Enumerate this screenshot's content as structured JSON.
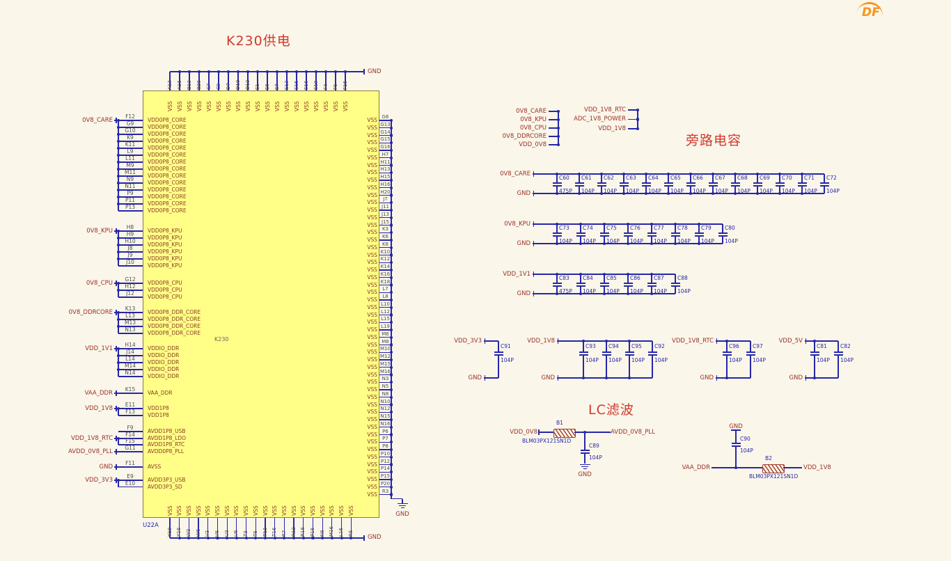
{
  "logo": {
    "text": "DF"
  },
  "titles": {
    "main": "K230供电",
    "bypass": "旁路电容",
    "lc": "LC滤波"
  },
  "colors": {
    "wire": "#2626a8",
    "net_label": "#9b2f26",
    "pin_name": "#8a3b22",
    "pin_number": "#4d4d4d",
    "designator": "#2626a8",
    "title": "#d2382c",
    "chip_fill": "#ffff87",
    "chip_border": "#8c7c26",
    "background": "#faf6ea",
    "logo": "#f7941d",
    "bead_body": "#a43a28"
  },
  "chip": {
    "designator": "U22A",
    "comment": "K230",
    "left_groups": [
      {
        "net": "0V8_CARE",
        "pins": [
          {
            "num": "F12",
            "name": "VDD0P8_CORE"
          },
          {
            "num": "G9",
            "name": "VDD0P8_CORE"
          },
          {
            "num": "G10",
            "name": "VDD0P8_CORE"
          },
          {
            "num": "K9",
            "name": "VDD0P8_CORE"
          },
          {
            "num": "K11",
            "name": "VDD0P8_CORE"
          },
          {
            "num": "L9",
            "name": "VDD0P8_CORE"
          },
          {
            "num": "L11",
            "name": "VDD0P8_CORE"
          },
          {
            "num": "M9",
            "name": "VDD0P8_CORE"
          },
          {
            "num": "M11",
            "name": "VDD0P8_CORE"
          },
          {
            "num": "N9",
            "name": "VDD0P8_CORE"
          },
          {
            "num": "N11",
            "name": "VDD0P8_CORE"
          },
          {
            "num": "P9",
            "name": "VDD0P8_CORE"
          },
          {
            "num": "P11",
            "name": "VDD0P8_CORE"
          },
          {
            "num": "P13",
            "name": "VDD0P8_CORE"
          }
        ]
      },
      {
        "net": "0V8_KPU",
        "pins": [
          {
            "num": "H8",
            "name": "VDD0P8_KPU"
          },
          {
            "num": "H9",
            "name": "VDD0P8_KPU"
          },
          {
            "num": "H10",
            "name": "VDD0P8_KPU"
          },
          {
            "num": "J8",
            "name": "VDD0P8_KPU"
          },
          {
            "num": "J9",
            "name": "VDD0P8_KPU"
          },
          {
            "num": "J10",
            "name": "VDD0P8_KPU"
          }
        ]
      },
      {
        "net": "0V8_CPU",
        "pins": [
          {
            "num": "G12",
            "name": "VDD0P8_CPU"
          },
          {
            "num": "H12",
            "name": "VDD0P8_CPU"
          },
          {
            "num": "J12",
            "name": "VDD0P8_CPU"
          }
        ]
      },
      {
        "net": "0V8_DDRCORE",
        "pins": [
          {
            "num": "K13",
            "name": "VDD0P8_DDR_CORE"
          },
          {
            "num": "L13",
            "name": "VDD0P8_DDR_CORE"
          },
          {
            "num": "M13",
            "name": "VDD0P8_DDR_CORE"
          },
          {
            "num": "N13",
            "name": "VDD0P8_DDR_CORE"
          }
        ]
      },
      {
        "net": "VDD_1V1",
        "pins": [
          {
            "num": "H14",
            "name": "VDDIO_DDR"
          },
          {
            "num": "J14",
            "name": "VDDIO_DDR"
          },
          {
            "num": "L14",
            "name": "VDDIO_DDR"
          },
          {
            "num": "M14",
            "name": "VDDIO_DDR"
          },
          {
            "num": "N14",
            "name": "VDDIO_DDR"
          }
        ]
      },
      {
        "net": "VAA_DDR",
        "pins": [
          {
            "num": "K15",
            "name": "VAA_DDR"
          }
        ]
      },
      {
        "net": "VDD_1V8",
        "pins": [
          {
            "num": "E11",
            "name": "VDD1P8"
          },
          {
            "num": "F13",
            "name": "VDD1P8"
          }
        ]
      },
      {
        "net": "",
        "pins": [
          {
            "num": "F9",
            "name": "AVDD1P8_USB"
          }
        ]
      },
      {
        "net": "VDD_1V8_RTC",
        "pins": [
          {
            "num": "F14",
            "name": "AVDD1P8_LDO"
          },
          {
            "num": "F15",
            "name": "AVDD1P8_RTC"
          }
        ]
      },
      {
        "net": "AVDD_0V8_PLL",
        "pins": [
          {
            "num": "G11",
            "name": "AVDD0P8_PLL"
          }
        ]
      },
      {
        "net": "GND",
        "pins": [
          {
            "num": "F11",
            "name": "AVSS"
          }
        ]
      },
      {
        "net": "VDD_3V3",
        "pins": [
          {
            "num": "E9",
            "name": "AVDD3P3_USB"
          },
          {
            "num": "E10",
            "name": "AVDD3P3_SD"
          }
        ]
      }
    ],
    "right_pins": {
      "name": "VSS",
      "gnd": "GND",
      "nums": [
        "G6",
        "G13",
        "G14",
        "G15",
        "G16",
        "H7",
        "H11",
        "H13",
        "H15",
        "H16",
        "H20",
        "J7",
        "J11",
        "J13",
        "J15",
        "K3",
        "K6",
        "K8",
        "K10",
        "K12",
        "K14",
        "K16",
        "K18",
        "L7",
        "L8",
        "L10",
        "L12",
        "L15",
        "L19",
        "M6",
        "M8",
        "M10",
        "M12",
        "M15",
        "M16",
        "N3",
        "N5",
        "N8",
        "N10",
        "N12",
        "N15",
        "N16",
        "P6",
        "P7",
        "P8",
        "P10",
        "P12",
        "P14",
        "P15",
        "P20",
        "R3"
      ]
    },
    "top_pins": {
      "name": "VSS",
      "gnd": "GND",
      "nums": [
        "A13",
        "A16",
        "B13",
        "B20",
        "C7",
        "C9",
        "D7",
        "D10",
        "D13",
        "E1",
        "E6",
        "E7",
        "E13",
        "E15",
        "E16",
        "E19",
        "F4",
        "F6",
        "F16"
      ]
    },
    "bottom_pins": {
      "name": "VSS",
      "gnd": "GND",
      "nums": [
        "Y19",
        "Y16",
        "W3",
        "W6",
        "V3",
        "V6",
        "U3",
        "U6",
        "T3",
        "T6",
        "T13",
        "T16",
        "R7",
        "R12",
        "R16",
        "P16",
        "N6",
        "M16",
        "L16",
        "R6"
      ]
    }
  },
  "net_ties": [
    {
      "labels": [
        "0V8_CARE",
        "0V8_KPU",
        "0V8_CPU",
        "0V8_DDRCORE",
        "VDD_0V8"
      ]
    },
    {
      "labels": [
        "VDD_1V8_RTC",
        "ADC_1V8_POWER",
        "VDD_1V8"
      ]
    }
  ],
  "cap_banks": [
    {
      "net": "0V8_CARE",
      "gnd": "GND",
      "caps": [
        {
          "name": "C60",
          "value": "475P"
        },
        {
          "name": "C61",
          "value": "104P"
        },
        {
          "name": "C62",
          "value": "104P"
        },
        {
          "name": "C63",
          "value": "104P"
        },
        {
          "name": "C64",
          "value": "104P"
        },
        {
          "name": "C65",
          "value": "104P"
        },
        {
          "name": "C66",
          "value": "104P"
        },
        {
          "name": "C67",
          "value": "104P"
        },
        {
          "name": "C68",
          "value": "104P"
        },
        {
          "name": "C69",
          "value": "104P"
        },
        {
          "name": "C70",
          "value": "104P"
        },
        {
          "name": "C71",
          "value": "104P"
        },
        {
          "name": "C72",
          "value": "104P"
        }
      ]
    },
    {
      "net": "0V8_KPU",
      "gnd": "GND",
      "caps": [
        {
          "name": "C73",
          "value": "104P"
        },
        {
          "name": "C74",
          "value": "104P"
        },
        {
          "name": "C75",
          "value": "104P"
        },
        {
          "name": "C76",
          "value": "104P"
        },
        {
          "name": "C77",
          "value": "104P"
        },
        {
          "name": "C78",
          "value": "104P"
        },
        {
          "name": "C79",
          "value": "104P"
        },
        {
          "name": "C80",
          "value": "104P"
        }
      ]
    },
    {
      "net": "VDD_1V1",
      "gnd": "GND",
      "caps": [
        {
          "name": "C83",
          "value": "475P"
        },
        {
          "name": "C84",
          "value": "104P"
        },
        {
          "name": "C85",
          "value": "104P"
        },
        {
          "name": "C86",
          "value": "104P"
        },
        {
          "name": "C87",
          "value": "104P"
        },
        {
          "name": "C88",
          "value": "104P"
        }
      ]
    },
    {
      "net": "VDD_3V3",
      "gnd": "GND",
      "caps": [
        {
          "name": "C91",
          "value": "104P"
        }
      ]
    },
    {
      "net": "VDD_1V8",
      "gnd": "GND",
      "caps": [
        {
          "name": "C93",
          "value": "104P"
        },
        {
          "name": "C94",
          "value": "104P"
        },
        {
          "name": "C95",
          "value": "104P"
        },
        {
          "name": "C92",
          "value": "104P"
        }
      ]
    },
    {
      "net": "VDD_1V8_RTC",
      "gnd": "GND",
      "caps": [
        {
          "name": "C96",
          "value": "104P"
        },
        {
          "name": "C97",
          "value": "104P"
        }
      ]
    },
    {
      "net": "VDD_5V",
      "gnd": "GND",
      "caps": [
        {
          "name": "C81",
          "value": "104P"
        },
        {
          "name": "C82",
          "value": "104P"
        }
      ]
    }
  ],
  "lc_filters": [
    {
      "input": "VDD_0V8",
      "output": "AVDD_0V8_PLL",
      "gnd": "GND",
      "bead": {
        "designator": "B1",
        "part": "BLM03PX121SN1D"
      },
      "cap": {
        "name": "C89",
        "value": "104P"
      }
    },
    {
      "input": "VAA_DDR",
      "output": "VDD_1V8",
      "gnd": "GND",
      "bead": {
        "designator": "B2",
        "part": "BLM03PX121SN1D"
      },
      "cap": {
        "name": "C90",
        "value": "104P"
      }
    }
  ]
}
